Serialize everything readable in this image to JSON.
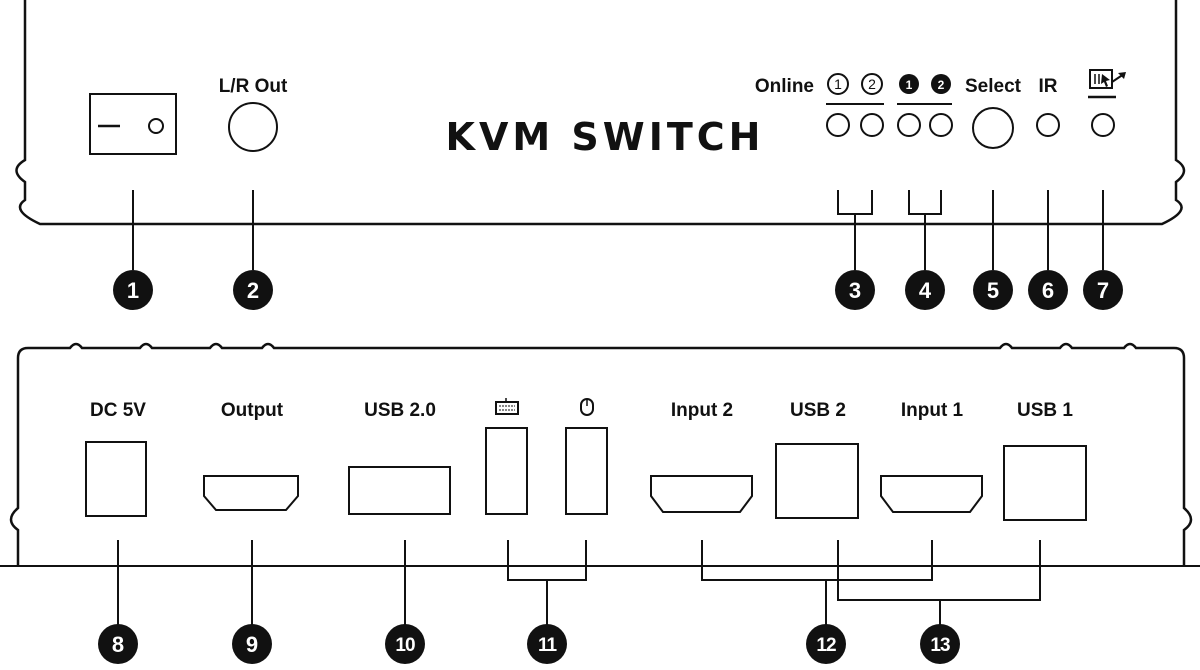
{
  "front_panel": {
    "title": "KVM SWITCH",
    "labels": {
      "lr_out": "L/R Out",
      "online": "Online",
      "online_1": "1",
      "online_2": "2",
      "pc_1": "1",
      "pc_2": "2",
      "select": "Select",
      "ir": "IR"
    },
    "power_switch_mark": "—",
    "callouts": [
      "1",
      "2",
      "3",
      "4",
      "5",
      "6",
      "7"
    ]
  },
  "back_panel": {
    "labels": {
      "dc": "DC 5V",
      "output": "Output",
      "usb20": "USB 2.0",
      "input2": "Input 2",
      "usb2": "USB 2",
      "input1": "Input 1",
      "usb1": "USB 1"
    },
    "icons": [
      "keyboard-icon",
      "mouse-icon",
      "monitor-hotkey-icon"
    ],
    "callouts": [
      "8",
      "9",
      "10",
      "11",
      "12",
      "13"
    ]
  }
}
